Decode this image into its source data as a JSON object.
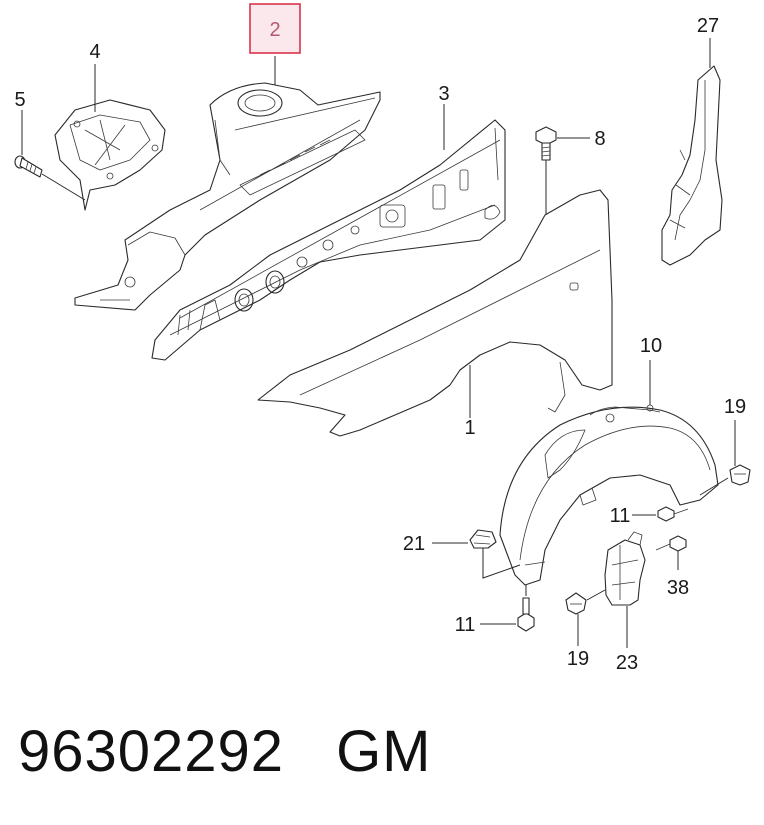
{
  "diagram": {
    "highlighted_callout": "2",
    "callouts": {
      "c1": "1",
      "c2": "2",
      "c3": "3",
      "c4": "4",
      "c5": "5",
      "c8": "8",
      "c10": "10",
      "c11a": "11",
      "c11b": "11",
      "c19a": "19",
      "c19b": "19",
      "c21": "21",
      "c23": "23",
      "c27": "27",
      "c38": "38"
    },
    "highlight_color": "#d9344a",
    "highlight_fill": "#fbe8ec"
  },
  "footer": {
    "part_number": "96302292",
    "brand": "GM"
  }
}
